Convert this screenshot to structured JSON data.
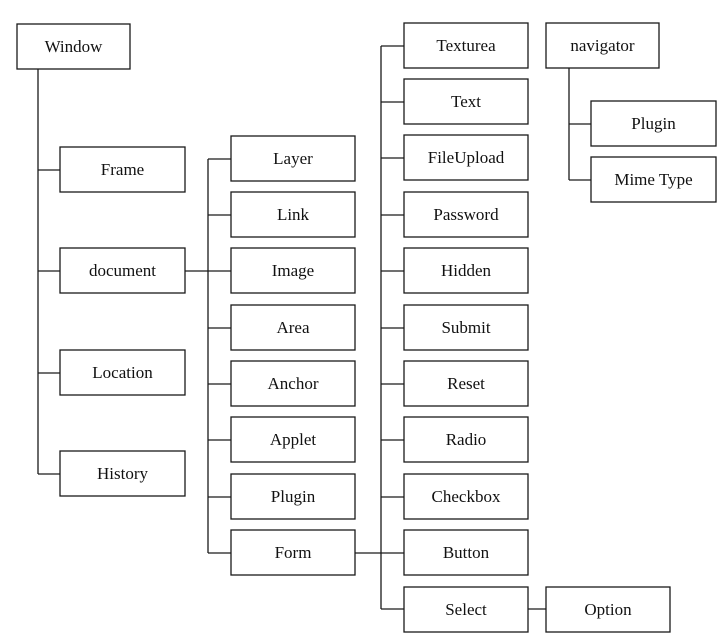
{
  "diagram": {
    "nodes": [
      {
        "id": "window",
        "label": "Window"
      },
      {
        "id": "frame",
        "label": "Frame"
      },
      {
        "id": "document",
        "label": "document"
      },
      {
        "id": "location",
        "label": "Location"
      },
      {
        "id": "history",
        "label": "History"
      },
      {
        "id": "layer",
        "label": "Layer"
      },
      {
        "id": "link",
        "label": "Link"
      },
      {
        "id": "image",
        "label": "Image"
      },
      {
        "id": "area",
        "label": "Area"
      },
      {
        "id": "anchor",
        "label": "Anchor"
      },
      {
        "id": "applet",
        "label": "Applet"
      },
      {
        "id": "plugin-doc",
        "label": "Plugin"
      },
      {
        "id": "form",
        "label": "Form"
      },
      {
        "id": "texturea",
        "label": "Texturea"
      },
      {
        "id": "text",
        "label": "Text"
      },
      {
        "id": "fileupload",
        "label": "FileUpload"
      },
      {
        "id": "password",
        "label": "Password"
      },
      {
        "id": "hidden",
        "label": "Hidden"
      },
      {
        "id": "submit",
        "label": "Submit"
      },
      {
        "id": "reset",
        "label": "Reset"
      },
      {
        "id": "radio",
        "label": "Radio"
      },
      {
        "id": "checkbox",
        "label": "Checkbox"
      },
      {
        "id": "button",
        "label": "Button"
      },
      {
        "id": "select",
        "label": "Select"
      },
      {
        "id": "option",
        "label": "Option"
      },
      {
        "id": "navigator",
        "label": "navigator"
      },
      {
        "id": "plugin-nav",
        "label": "Plugin"
      },
      {
        "id": "mimetype",
        "label": "Mime Type"
      }
    ],
    "edges": [
      [
        "window",
        "frame"
      ],
      [
        "window",
        "document"
      ],
      [
        "window",
        "location"
      ],
      [
        "window",
        "history"
      ],
      [
        "document",
        "layer"
      ],
      [
        "document",
        "link"
      ],
      [
        "document",
        "image"
      ],
      [
        "document",
        "area"
      ],
      [
        "document",
        "anchor"
      ],
      [
        "document",
        "applet"
      ],
      [
        "document",
        "plugin-doc"
      ],
      [
        "document",
        "form"
      ],
      [
        "form",
        "texturea"
      ],
      [
        "form",
        "text"
      ],
      [
        "form",
        "fileupload"
      ],
      [
        "form",
        "password"
      ],
      [
        "form",
        "hidden"
      ],
      [
        "form",
        "submit"
      ],
      [
        "form",
        "reset"
      ],
      [
        "form",
        "radio"
      ],
      [
        "form",
        "checkbox"
      ],
      [
        "form",
        "button"
      ],
      [
        "form",
        "select"
      ],
      [
        "select",
        "option"
      ],
      [
        "navigator",
        "plugin-nav"
      ],
      [
        "navigator",
        "mimetype"
      ]
    ]
  }
}
